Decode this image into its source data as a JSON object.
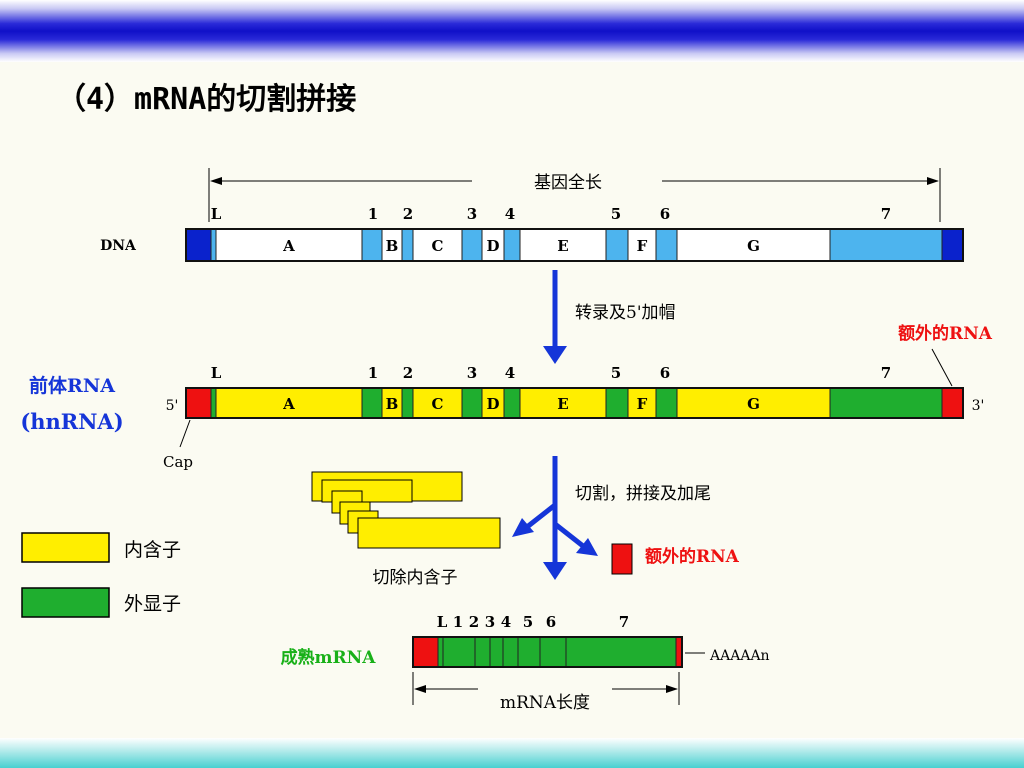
{
  "title": "（4）mRNA的切割拼接",
  "gene_length_label": "基因全长",
  "dna_label": "DNA",
  "transcription_label": "转录及5'加帽",
  "splicing_label": "切割，拼接及加尾",
  "extra_rna_label_top": "额外的RNA",
  "extra_rna_label_bottom": "额外的RNA",
  "precursor_label_line1": "前体RNA",
  "precursor_label_line2": "(hnRNA)",
  "five_prime": "5'",
  "three_prime": "3'",
  "cap_label": "Cap",
  "remove_introns_label": "切除内含子",
  "mature_mrna_label": "成熟mRNA",
  "polya_label": "AAAAAn",
  "mrna_length_label": "mRNA长度",
  "legend": [
    {
      "label": "内含子",
      "color": "#ffee00"
    },
    {
      "label": "外显子",
      "color": "#1fae2f"
    }
  ],
  "colors": {
    "dna_exon": "#4db4ee",
    "dna_end": "#0a22cc",
    "intron": "#ffee00",
    "exon": "#1fae2f",
    "extra_rna": "#ee1111",
    "arrow": "#1535d8",
    "label_blue": "#1535d8",
    "label_red": "#ee1111",
    "label_green": "#18b018"
  },
  "exon_markers": [
    "L",
    "1",
    "2",
    "3",
    "4",
    "5",
    "6",
    "7"
  ],
  "intron_segments": [
    "A",
    "B",
    "C",
    "D",
    "E",
    "F",
    "G"
  ],
  "mature_markers": [
    "L",
    "1",
    "2",
    "3",
    "4",
    "5",
    "6",
    "7"
  ]
}
